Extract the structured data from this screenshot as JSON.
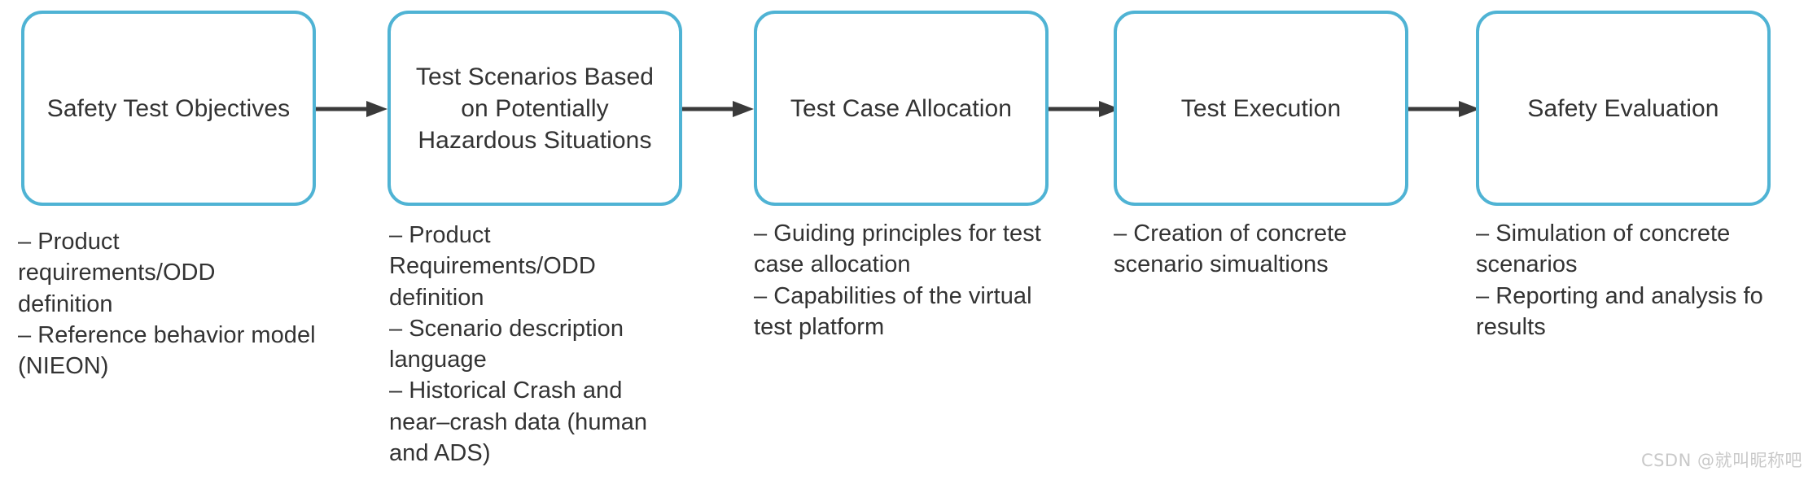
{
  "diagram": {
    "title_absent": true,
    "colors": {
      "box_border": "#4fb3d4",
      "box_fill": "#ffffff",
      "text": "#333333",
      "arrow": "#3a3a3a",
      "watermark": "#c9c9c9",
      "background": "#ffffff"
    },
    "stages": [
      {
        "id": "safety-test-objectives",
        "title": "Safety Test\nObjectives",
        "bullets": "– Product\nrequirements/ODD\ndefinition\n– Reference behavior model\n(NIEON)"
      },
      {
        "id": "test-scenarios-hazardous",
        "title": "Test Scenarios Based\non Potentially\nHazardous Situations",
        "bullets": "– Product\nRequirements/ODD\ndefinition\n– Scenario description\nlanguage\n– Historical Crash and\nnear–crash data (human\nand ADS)"
      },
      {
        "id": "test-case-allocation",
        "title": "Test Case Allocation",
        "bullets": "– Guiding principles for test\n case allocation\n– Capabilities of the virtual\ntest platform"
      },
      {
        "id": "test-execution",
        "title": "Test Execution",
        "bullets": "– Creation of concrete\nscenario simualtions"
      },
      {
        "id": "safety-evaluation",
        "title": "Safety Evaluation",
        "bullets": "– Simulation of concrete\nscenarios\n– Reporting and analysis fo\nresults"
      }
    ],
    "arrows": [
      {
        "id": "arrow-1-2",
        "from": "safety-test-objectives",
        "to": "test-scenarios-hazardous"
      },
      {
        "id": "arrow-2-3",
        "from": "test-scenarios-hazardous",
        "to": "test-case-allocation"
      },
      {
        "id": "arrow-3-4",
        "from": "test-case-allocation",
        "to": "test-execution"
      },
      {
        "id": "arrow-4-5",
        "from": "test-execution",
        "to": "safety-evaluation"
      }
    ],
    "watermark": "CSDN @就叫昵称吧"
  }
}
